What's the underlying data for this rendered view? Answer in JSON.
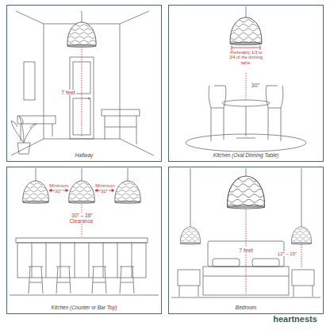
{
  "diagram": {
    "nodes": [
      {
        "text": [
          "Hallway"
        ]
      },
      {
        "text": [
          "Kitchen (Oval Dinning Table)"
        ]
      },
      {
        "text": [
          "Kitchen (Counter or Bar Top)"
        ]
      },
      {
        "text": [
          "Bedroom"
        ]
      }
    ],
    "labels": [
      "7 feet",
      "Preferably 1/3 to 3/4 of the dinning table",
      "30″",
      "Minimum 30″",
      "Minimum 30″",
      "30″ – 38″ Clearance",
      "7 feet",
      "12″ – 15″",
      "heartnests"
    ]
  }
}
